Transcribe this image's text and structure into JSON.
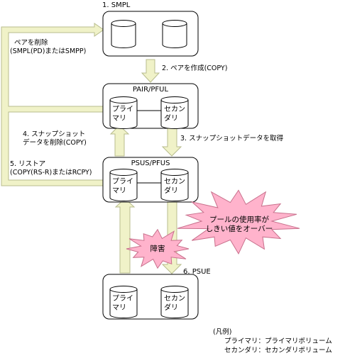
{
  "colors": {
    "arrow_fill": "#f0f2c8",
    "arrow_stroke": "#b8bc8e",
    "burst_fill": "#ffb3cc",
    "burst_stroke": "#c8708c"
  },
  "states": {
    "smpl": "1. SMPL",
    "pair": "PAIR/PFUL",
    "psus": "PSUS/PFUS",
    "psue": "6. PSUE"
  },
  "disks": {
    "primary": "プライ\nマリ",
    "secondary": "セカン\nダリ"
  },
  "transitions": {
    "t2": "2. ペアを作成(COPY)",
    "t3": "3. スナップショットデータを取得",
    "t4_line1": "4. スナップショット",
    "t4_line2": "データを削除(COPY)",
    "t5_line1": "5. リストア",
    "t5_line2": "(COPY(RS-R)またはRCPY)",
    "delete_line1": "ペアを削除",
    "delete_line2": "(SMPL(PD)またはSMPP)"
  },
  "events": {
    "failure": "障害",
    "pool_line1": "プールの使用率が",
    "pool_line2": "しきい値をオーバー"
  },
  "legend": {
    "title": "(凡例)",
    "line1": "プライマリ：プライマリボリューム",
    "line2": "セカンダリ：セカンダリボリューム"
  }
}
